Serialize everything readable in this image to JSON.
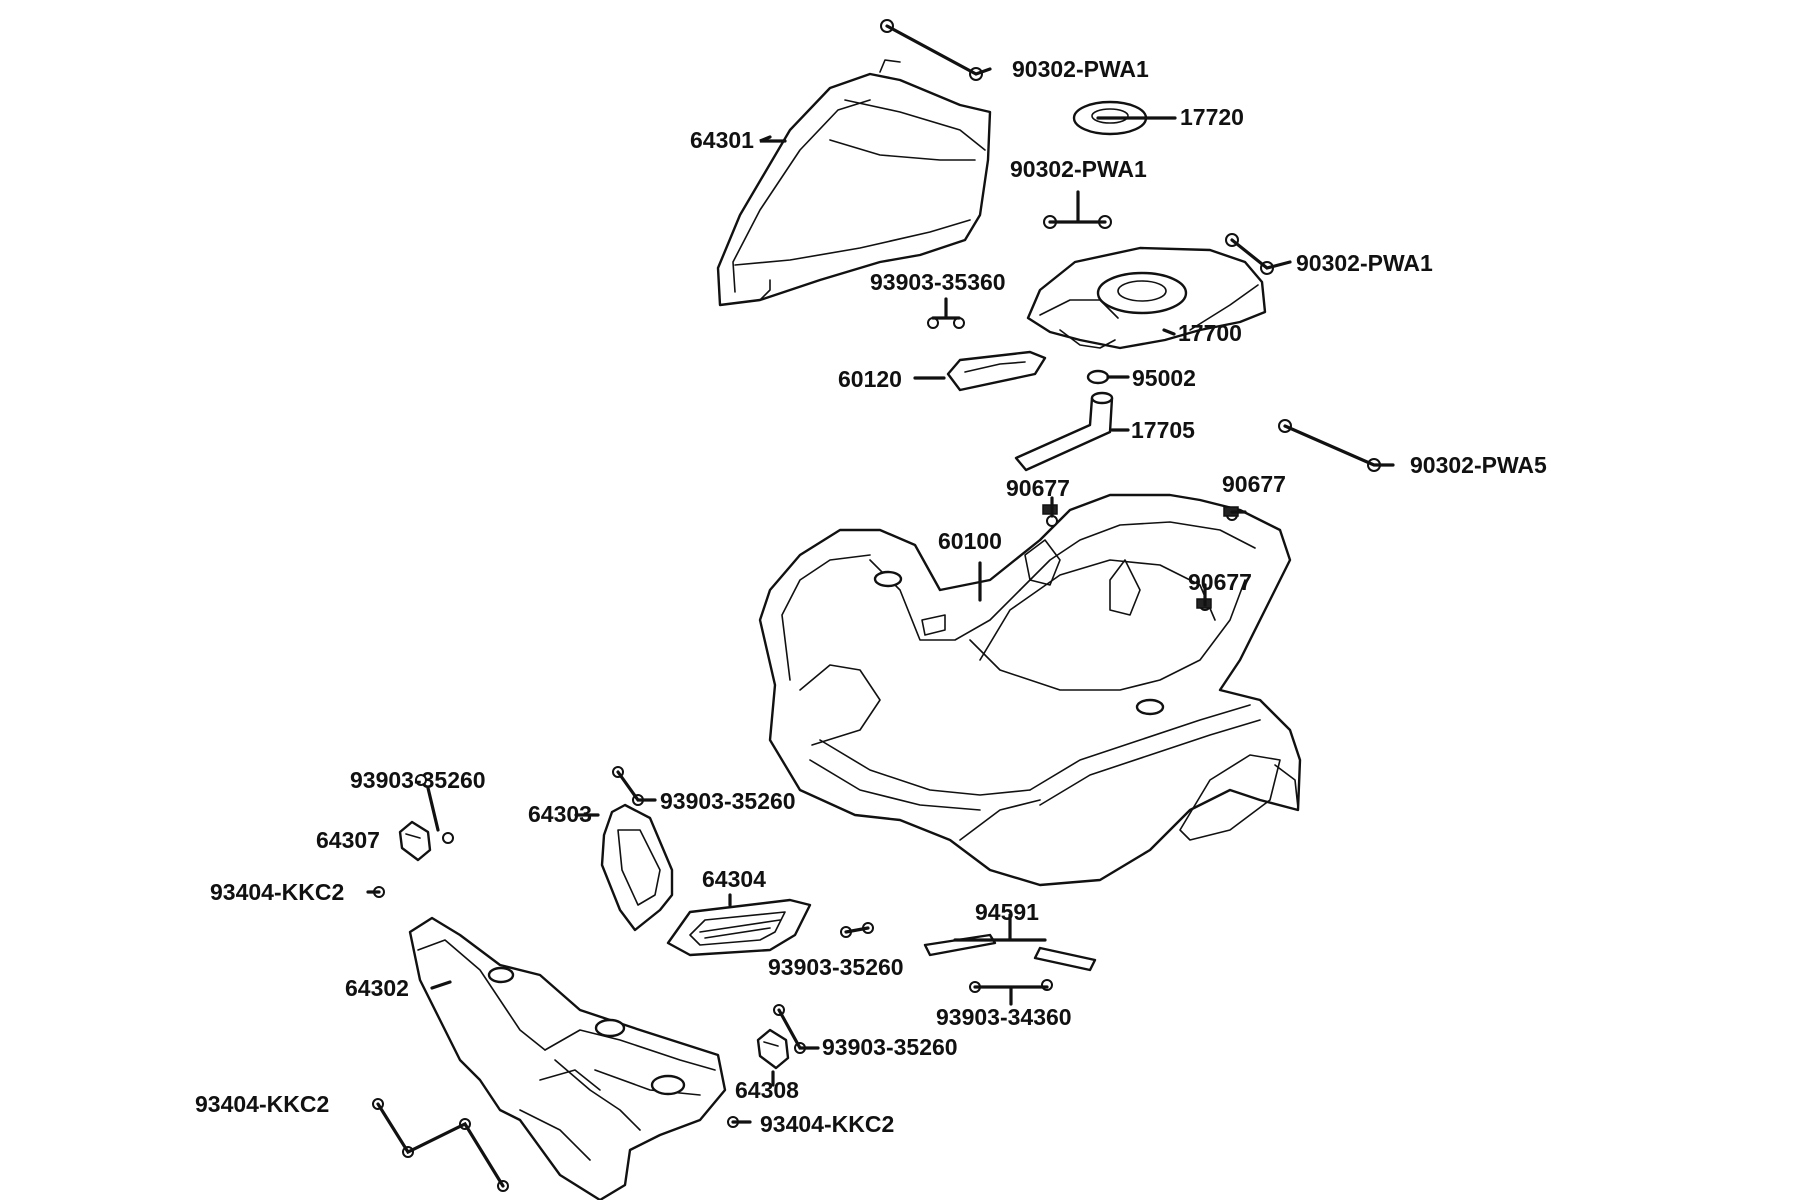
{
  "diagram": {
    "colors": {
      "ink": "#111111",
      "background": "#ffffff"
    },
    "parts": {
      "seat_cover": "64301",
      "bolt_top_a": "90302-PWA1",
      "tank_cap_ring": "17720",
      "bolt_top_b": "90302-PWA1",
      "bolt_top_c": "90302-PWA1",
      "screw_tank_cover": "93903-35360",
      "tank_cover": "17700",
      "emblem": "60120",
      "grommet": "95002",
      "breather_tube": "17705",
      "bolt_side": "90302-PWA5",
      "clip_a": "90677",
      "clip_b": "90677",
      "clip_c": "90677",
      "front_fender": "60100",
      "screw_left_a": "93903-35260",
      "reflector_left": "64307",
      "screw_small_a": "93404-KKC2",
      "screw_duct": "93903-35260",
      "duct_cover": "64303",
      "grille": "64304",
      "screw_grille": "93903-35260",
      "strap": "94591",
      "screw_strap": "93903-34360",
      "front_bumper": "64302",
      "screw_right_b": "93903-35260",
      "reflector_right": "64308",
      "screw_small_b": "93404-KKC2",
      "screw_small_c": "93404-KKC2"
    }
  }
}
